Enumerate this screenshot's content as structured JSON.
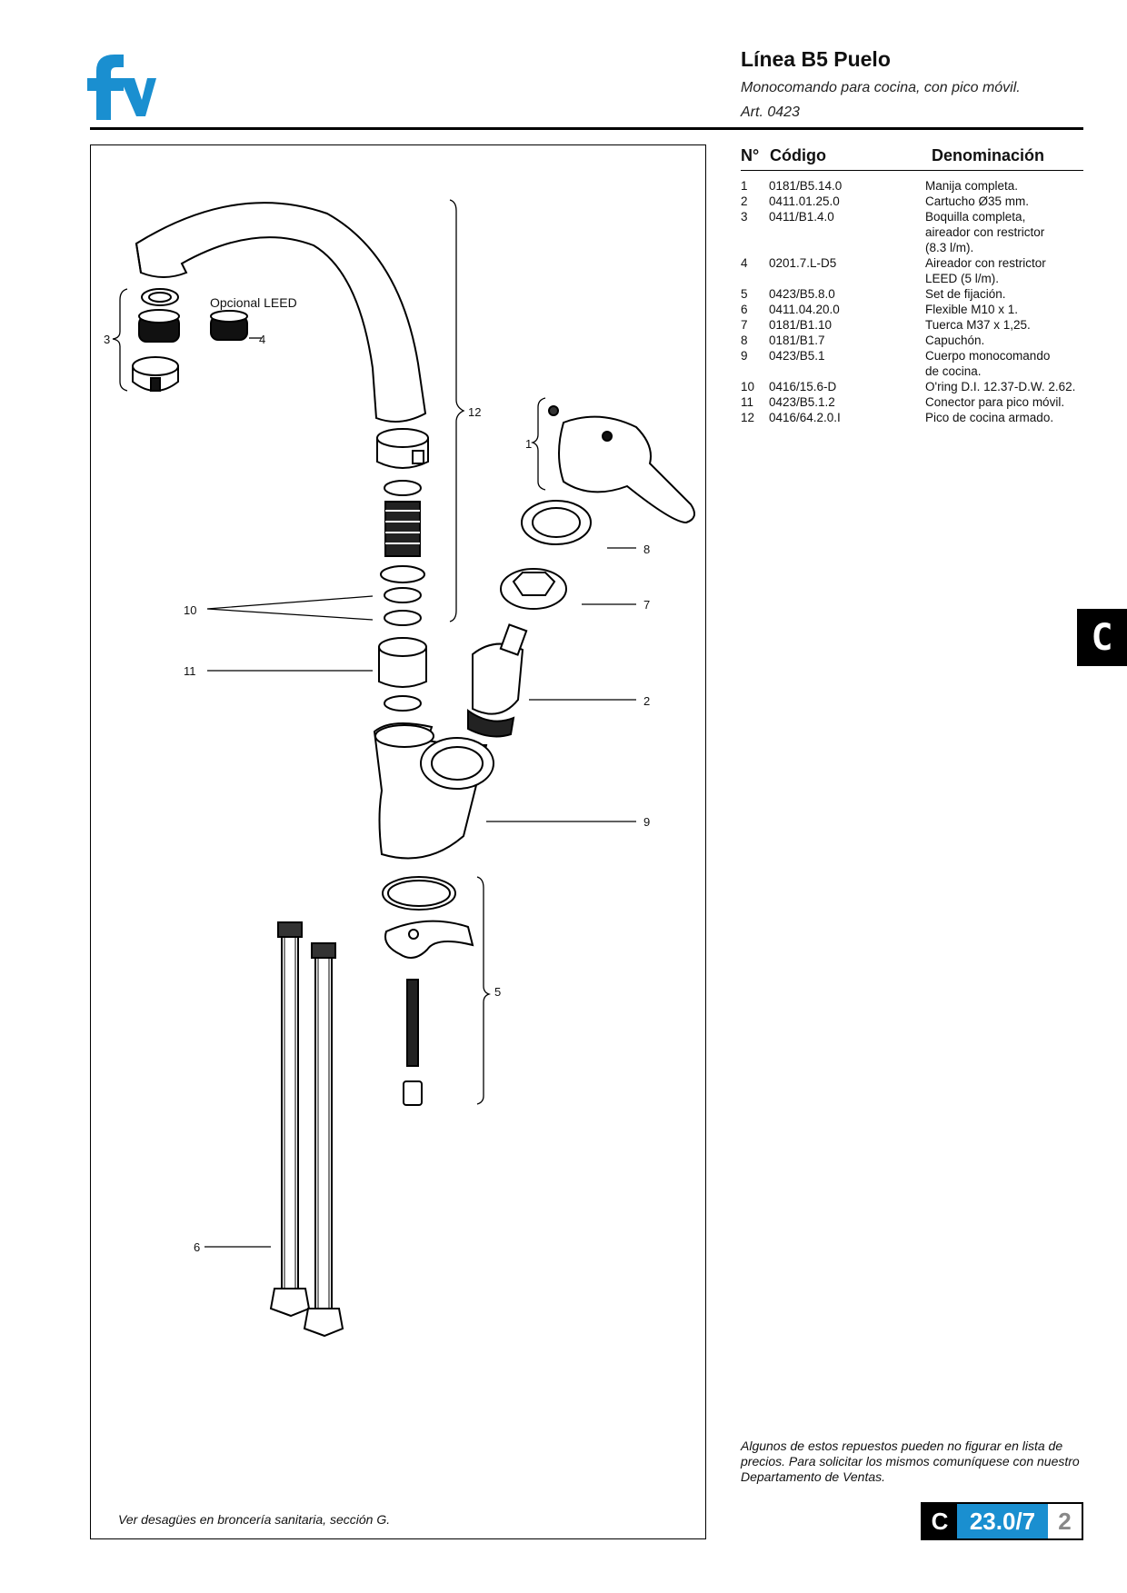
{
  "header": {
    "title": "Línea B5 Puelo",
    "subtitle": "Monocomando para cocina, con pico móvil.",
    "article": "Art. 0423"
  },
  "logo": {
    "icon": "fv-logo",
    "text": "fv",
    "color": "#1a8fd0"
  },
  "diagram": {
    "leed_label": "Opcional LEED",
    "callouts": [
      "1",
      "2",
      "3",
      "4",
      "5",
      "6",
      "7",
      "8",
      "9",
      "10",
      "11",
      "12"
    ],
    "note": "Ver desagües en broncería sanitaria, sección G."
  },
  "parts_table": {
    "headers": {
      "number": "N°",
      "code": "Código",
      "name": "Denominación"
    },
    "rows": [
      {
        "n": "1",
        "code": "0181/B5.14.0",
        "name": "Manija completa."
      },
      {
        "n": "2",
        "code": "0411.01.25.0",
        "name": "Cartucho Ø35 mm."
      },
      {
        "n": "3",
        "code": "0411/B1.4.0",
        "name": "Boquilla completa,\naireador con restrictor\n(8.3 l/m)."
      },
      {
        "n": "4",
        "code": "0201.7.L-D5",
        "name": "Aireador con restrictor\nLEED (5 l/m)."
      },
      {
        "n": "5",
        "code": "0423/B5.8.0",
        "name": "Set de fijación."
      },
      {
        "n": "6",
        "code": "0411.04.20.0",
        "name": "Flexible M10 x 1."
      },
      {
        "n": "7",
        "code": "0181/B1.10",
        "name": "Tuerca M37 x 1,25."
      },
      {
        "n": "8",
        "code": "0181/B1.7",
        "name": "Capuchón."
      },
      {
        "n": "9",
        "code": "0423/B5.1",
        "name": "Cuerpo monocomando\nde cocina."
      },
      {
        "n": "10",
        "code": "0416/15.6-D",
        "name": "O'ring D.I. 12.37-D.W. 2.62."
      },
      {
        "n": "11",
        "code": "0423/B5.1.2",
        "name": "Conector para pico móvil."
      },
      {
        "n": "12",
        "code": "0416/64.2.0.I",
        "name": "Pico de cocina armado."
      }
    ]
  },
  "side_tab": "C",
  "footnote": "Algunos de estos repuestos pueden no figurar en lista de precios. Para solicitar los mismos comuníquese con nuestro Departamento de Ventas.",
  "page_box": {
    "section": "C",
    "number": "23.0/7",
    "page": "2"
  }
}
